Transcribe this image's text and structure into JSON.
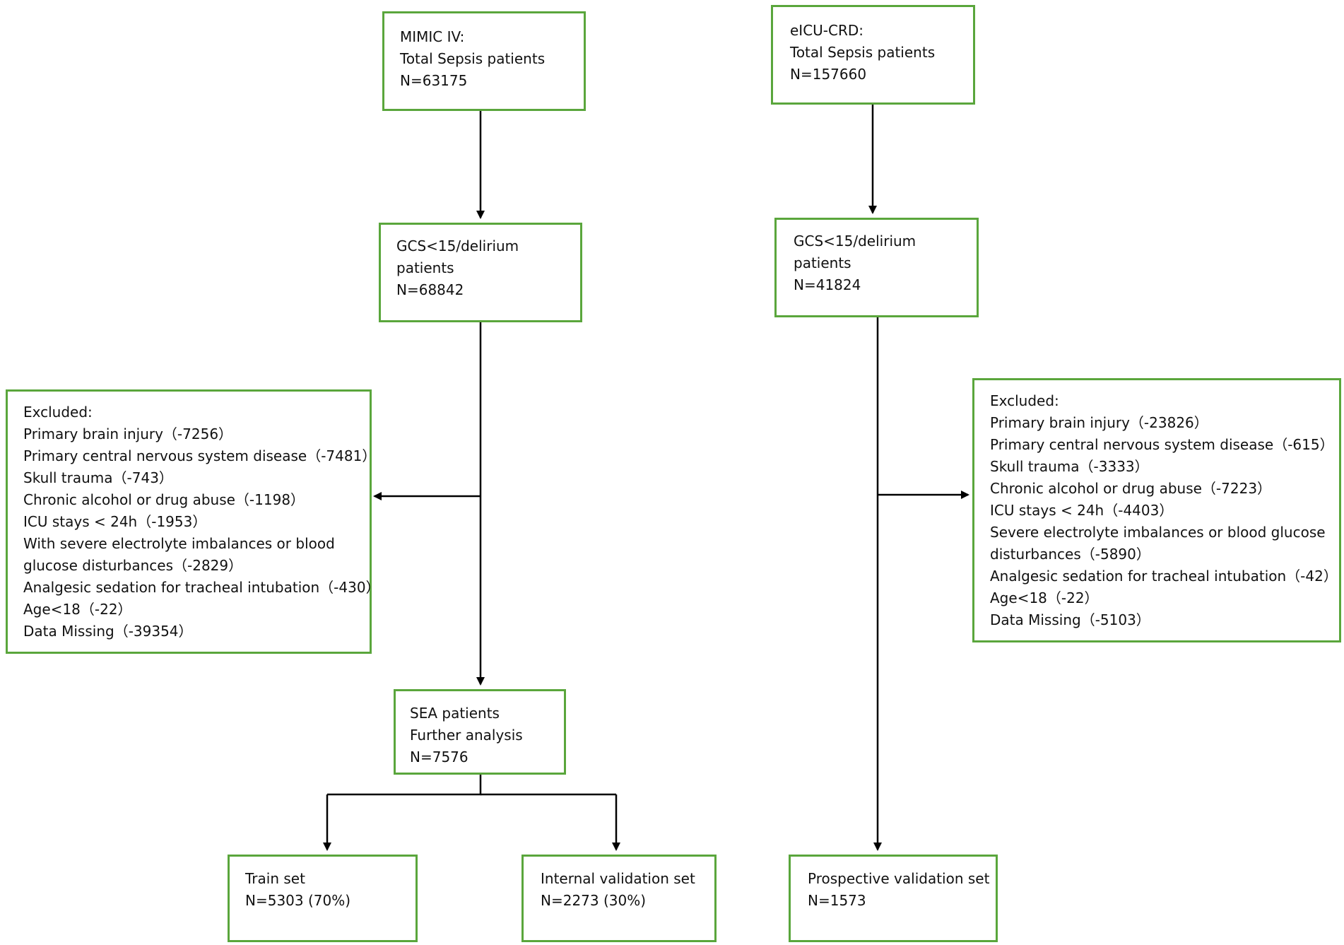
{
  "mimic": {
    "total": {
      "lines": [
        "MIMIC IV:",
        "Total Sepsis patients",
        "N=63175"
      ]
    },
    "gcs": {
      "lines": [
        "GCS<15/delirium",
        "patients",
        "N=68842"
      ]
    },
    "excluded": {
      "lines": [
        "Excluded:",
        "Primary brain injury（-7256）",
        "Primary central nervous system disease（-7481）",
        "Skull trauma（-743）",
        "Chronic alcohol or drug abuse（-1198）",
        "ICU stays < 24h（-1953）",
        "With severe electrolyte imbalances or blood",
        "glucose disturbances（-2829）",
        "Analgesic sedation for tracheal intubation（-430）",
        "Age<18（-22）",
        "Data Missing（-39354）"
      ]
    },
    "sea": {
      "lines": [
        "SEA patients",
        "Further analysis",
        "N=7576"
      ]
    },
    "train": {
      "lines": [
        "Train set",
        "N=5303 (70%)"
      ]
    },
    "internal": {
      "lines": [
        "Internal validation set",
        "N=2273 (30%)"
      ]
    }
  },
  "eicu": {
    "total": {
      "lines": [
        "eICU-CRD:",
        "Total Sepsis patients",
        "N=157660"
      ]
    },
    "gcs": {
      "lines": [
        "GCS<15/delirium",
        "patients",
        "N=41824"
      ]
    },
    "excluded": {
      "lines": [
        "Excluded:",
        "Primary brain injury（-23826）",
        "Primary central nervous system disease（-615）",
        "Skull trauma（-3333）",
        "Chronic alcohol or drug abuse（-7223）",
        "ICU stays < 24h（-4403）",
        "Severe electrolyte imbalances or blood glucose",
        "disturbances（-5890）",
        "Analgesic sedation for tracheal intubation（-42）",
        "Age<18（-22）",
        "Data Missing（-5103）"
      ]
    },
    "prospective": {
      "lines": [
        "Prospective validation set",
        "N=1573"
      ]
    }
  },
  "colors": {
    "box_border": "#5aa63c",
    "connector": "#000000"
  }
}
